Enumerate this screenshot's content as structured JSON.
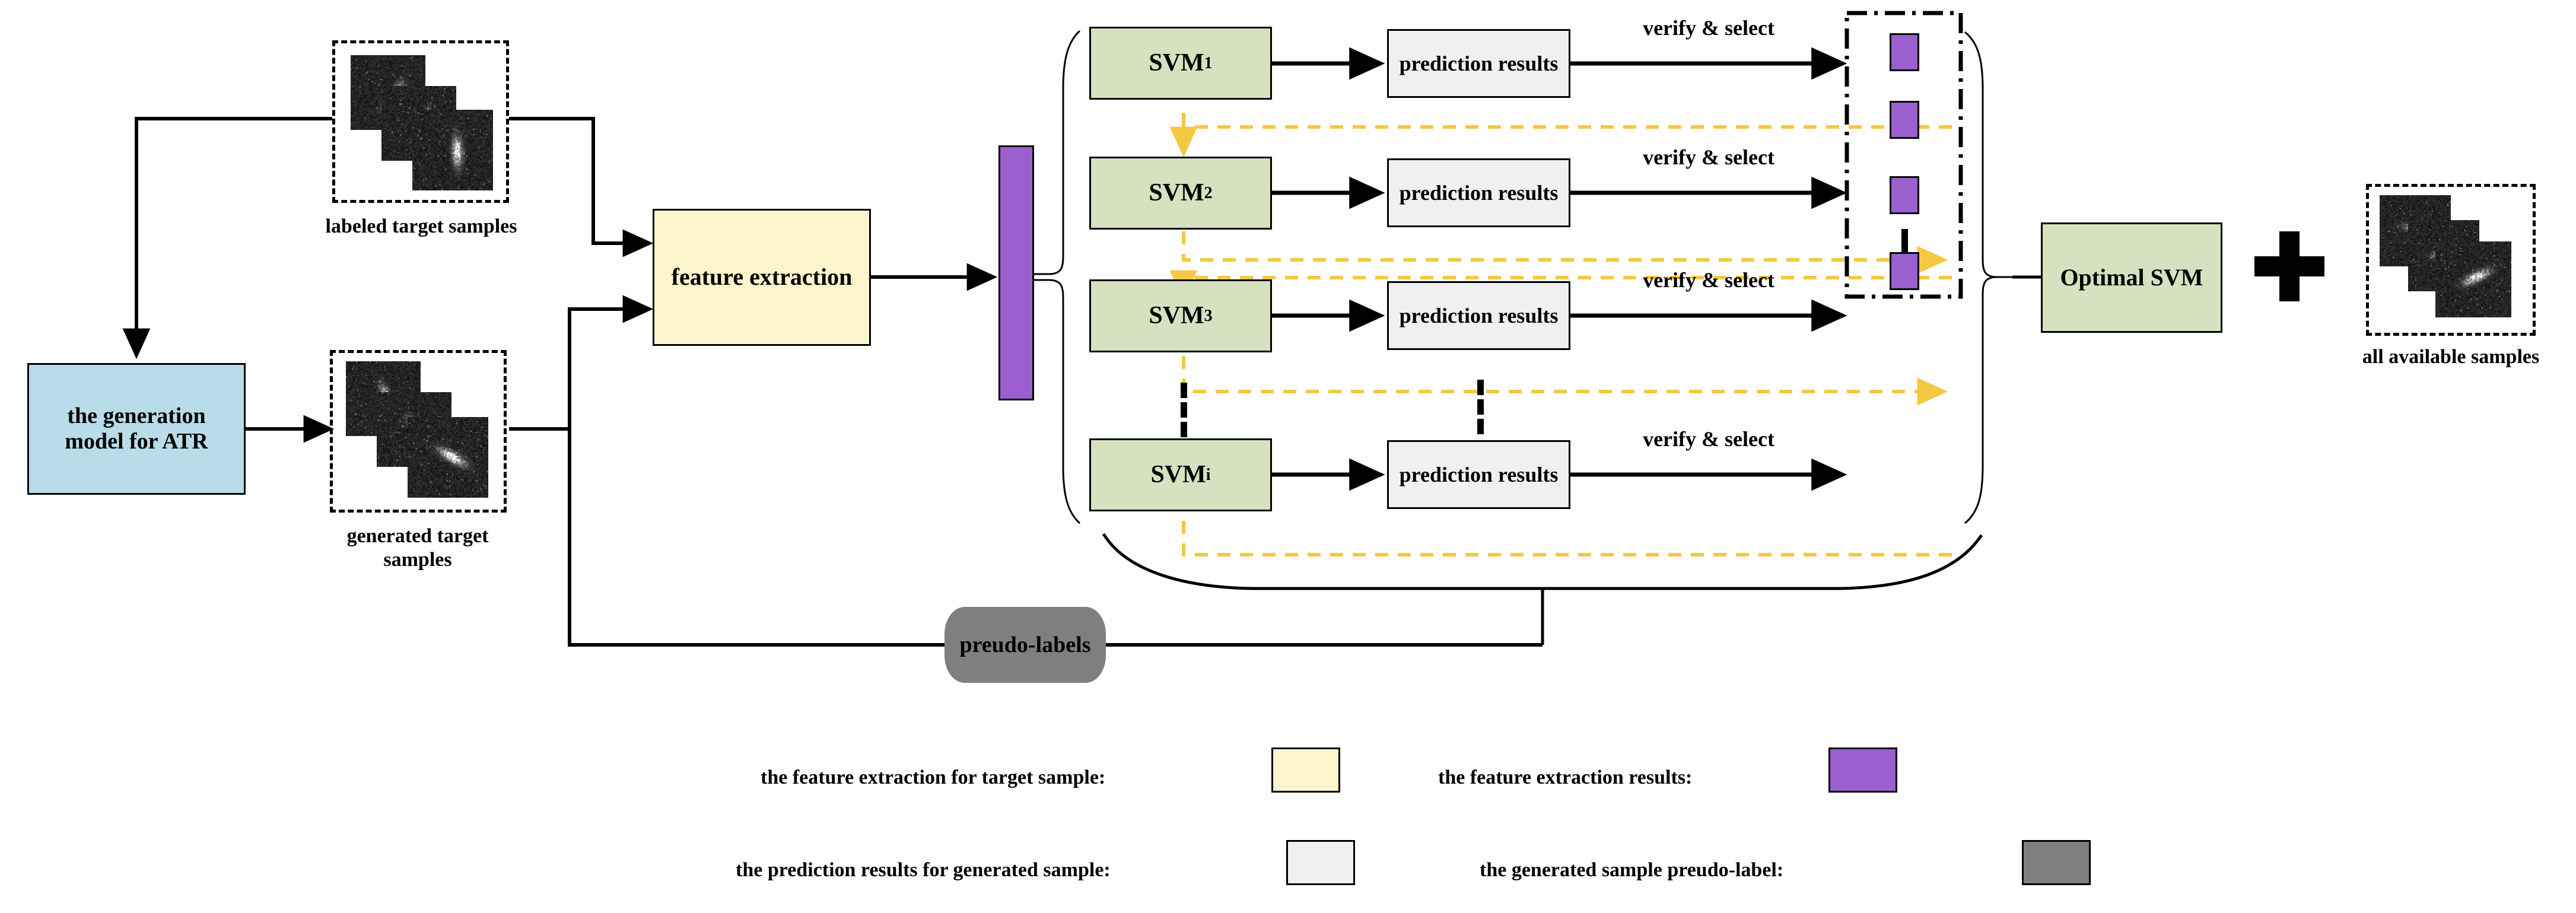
{
  "diagram": {
    "title": "SVM ensemble pipeline for SAR ATR with generated samples",
    "colors": {
      "generation_model_fill": "#B8DCE8",
      "feature_extraction_fill": "#FCF5CC",
      "svm_fill": "#D6E1C0",
      "prediction_fill": "#F0F0F0",
      "feature_vector_fill": "#9B5FD0",
      "pseudo_label_fill": "#7F7F7F",
      "iteration_arrow": "#F5C842",
      "edge": "#000000"
    },
    "nodes": {
      "generation_model": "the generation model for ATR",
      "feature_extraction": "feature extraction",
      "pseudo_labels": "preudo-labels",
      "optimal_svm": "Optimal SVM",
      "plus_sign": "plus-sign"
    },
    "sample_groups": [
      {
        "id": "labeled",
        "caption": "labeled target samples"
      },
      {
        "id": "generated",
        "caption": "generated target samples"
      },
      {
        "id": "available",
        "caption": "all available samples"
      }
    ],
    "branches": [
      {
        "svm": "SVM",
        "sub": "1",
        "prediction": "prediction results",
        "edge_label": "verify & select"
      },
      {
        "svm": "SVM",
        "sub": "2",
        "prediction": "prediction results",
        "edge_label": "verify & select"
      },
      {
        "svm": "SVM",
        "sub": "3",
        "prediction": "prediction results",
        "edge_label": "verify & select"
      },
      {
        "svm": "SVM",
        "sub": "i",
        "prediction": "prediction results",
        "edge_label": "verify & select"
      }
    ],
    "ellipsis": {
      "glyph": "vertical-dots"
    },
    "legend": [
      {
        "label": "the feature extraction for target sample:",
        "swatch": "#FCF5CC"
      },
      {
        "label": "the feature extraction results:",
        "swatch": "#9B5FD0"
      },
      {
        "label": "the prediction results for generated sample:",
        "swatch": "#F0F0F0"
      },
      {
        "label": "the generated sample preudo-label:",
        "swatch": "#7F7F7F"
      }
    ]
  }
}
